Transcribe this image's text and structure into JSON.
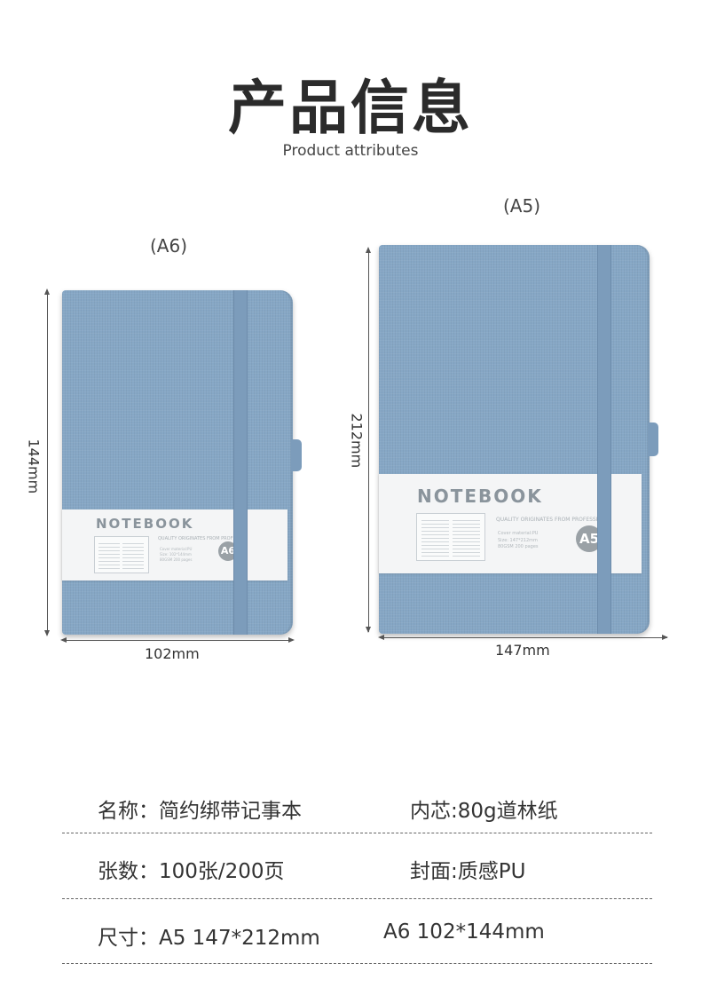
{
  "header": {
    "title": "产品信息",
    "subtitle": "Product attributes"
  },
  "notebooks": {
    "a6": {
      "label": "(A6)",
      "cover_title": "NOTEBOOK",
      "cover_subtitle": "QUALITY ORIGINATES FROM PROFESSI",
      "cover_meta_1": "Cover material:PU",
      "cover_meta_2": "Size: 102*144mm",
      "cover_meta_3": "80GSM  200 pages",
      "badge": "A6",
      "width_dim": "102mm",
      "height_dim": "144mm"
    },
    "a5": {
      "label": "(A5)",
      "cover_title": "NOTEBOOK",
      "cover_subtitle": "QUALITY ORIGINATES FROM PROFESSI",
      "cover_meta_1": "Cover material:PU",
      "cover_meta_2": "Size: 147*212mm",
      "cover_meta_3": "80GSM  200 pages",
      "badge": "A5",
      "width_dim": "147mm",
      "height_dim": "212mm"
    }
  },
  "colors": {
    "cover": "#86a7c5",
    "strap": "#7c9cbb",
    "band": "#f4f5f6"
  },
  "specs": {
    "row1": {
      "left": "名称：简约绑带记事本",
      "right": "内芯:80g道林纸"
    },
    "row2": {
      "left": "张数：100张/200页",
      "right": "封面:质感PU"
    },
    "row3": {
      "left": "尺寸：A5  147*212mm",
      "right": "A6   102*144mm"
    }
  }
}
